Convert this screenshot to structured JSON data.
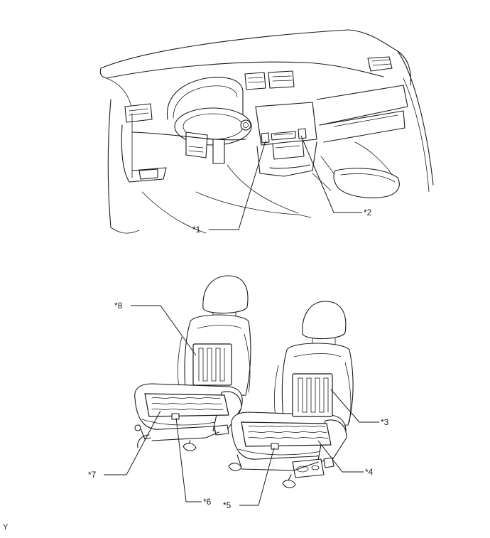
{
  "callouts": {
    "c1": "*1",
    "c2": "*2",
    "c3": "*3",
    "c4": "*4",
    "c5": "*5",
    "c6": "*6",
    "c7": "*7",
    "c8": "*8"
  },
  "figure_code": "Y",
  "colors": {
    "ink": "#1a1a1a",
    "background": "#ffffff"
  }
}
